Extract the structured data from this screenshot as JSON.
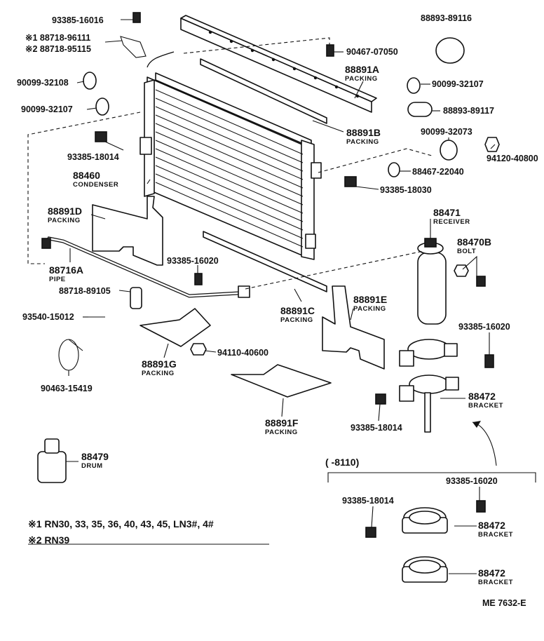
{
  "labels": {
    "p93385_16016": "93385-16016",
    "p88893_89116": "88893-89116",
    "p88718_96111": "※1 88718-96111",
    "p88718_95115": "※2 88718-95115",
    "p90467_07050": "90467-07050",
    "p88891A": "88891A",
    "p88891A_sub": "PACKING",
    "p90099_32108": "90099-32108",
    "p90099_32107_a": "90099-32107",
    "p90099_32107_b": "90099-32107",
    "p88893_89117": "88893-89117",
    "p88891B": "88891B",
    "p88891B_sub": "PACKING",
    "p90099_32073": "90099-32073",
    "p94120_40800": "94120-40800",
    "p93385_18014_a": "93385-18014",
    "p88467_22040": "88467-22040",
    "p88460": "88460",
    "p88460_sub": "CONDENSER",
    "p93385_18030": "93385-18030",
    "p88891D": "88891D",
    "p88891D_sub": "PACKING",
    "p88471": "88471",
    "p88471_sub": "RECEIVER",
    "p88470B": "88470B",
    "p88470B_sub": "BOLT",
    "p93385_16020_a": "93385-16020",
    "p88716A": "88716A",
    "p88716A_sub": "PIPE",
    "p88718_89105": "88718-89105",
    "p88891C": "88891C",
    "p88891C_sub": "PACKING",
    "p88891E": "88891E",
    "p88891E_sub": "PACKING",
    "p93540_15012": "93540-15012",
    "p93385_16020_b": "93385-16020",
    "p94110_40600": "94110-40600",
    "p88891G": "88891G",
    "p88891G_sub": "PACKING",
    "p90463_15419": "90463-15419",
    "p88472_a": "88472",
    "p88472_a_sub": "BRACKET",
    "p93385_18014_b": "93385-18014",
    "p88891F": "88891F",
    "p88891F_sub": "PACKING",
    "p88479": "88479",
    "p88479_sub": "DRUM",
    "range": "(      -8110)",
    "p93385_16020_c": "93385-16020",
    "p93385_18014_c": "93385-18014",
    "p88472_b": "88472",
    "p88472_b_sub": "BRACKET",
    "p88472_c": "88472",
    "p88472_c_sub": "BRACKET",
    "note1": "※1 RN30, 33, 35, 36, 40, 43, 45, LN3#, 4#",
    "note2": "※2 RN39",
    "code": "ME 7632-E"
  }
}
